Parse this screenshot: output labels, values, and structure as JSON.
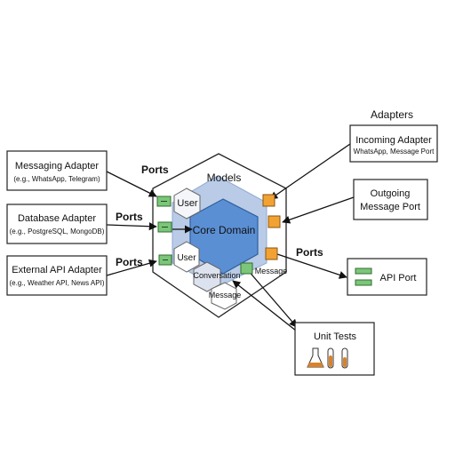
{
  "diagram": {
    "colors": {
      "green_port": "#7cc67a",
      "orange_port": "#f2a233",
      "core_blue": "#5b8fd4",
      "model_blue": "#b9cbe6",
      "ink": "#111111"
    },
    "left_adapters": [
      {
        "title": "Messaging Adapter",
        "subtitle": "(e.g., WhatsApp, Telegram)"
      },
      {
        "title": "Database Adapter",
        "subtitle": "(e.g., PostgreSQL, MongoDB)"
      },
      {
        "title": "External API Adapter",
        "subtitle": "(e.g., Weather API, News API)"
      }
    ],
    "port_labels": [
      "Ports",
      "Ports",
      "Ports",
      "Ports"
    ],
    "adapters_heading": "Adapters",
    "incoming_adapter": {
      "title": "Incoming Adapter",
      "subtitle": "WhatsApp, Message Port"
    },
    "outgoing_port": {
      "line1": "Outgoing",
      "line2": "Message Port"
    },
    "api_port": {
      "title": "API Port"
    },
    "unit_tests": {
      "title": "Unit Tests",
      "icon": "test-tubes-icon"
    },
    "models_label": "Models",
    "core_domain": "Core Domain",
    "entities": [
      "User",
      "User",
      "Conversation",
      "Message",
      "Message"
    ]
  }
}
